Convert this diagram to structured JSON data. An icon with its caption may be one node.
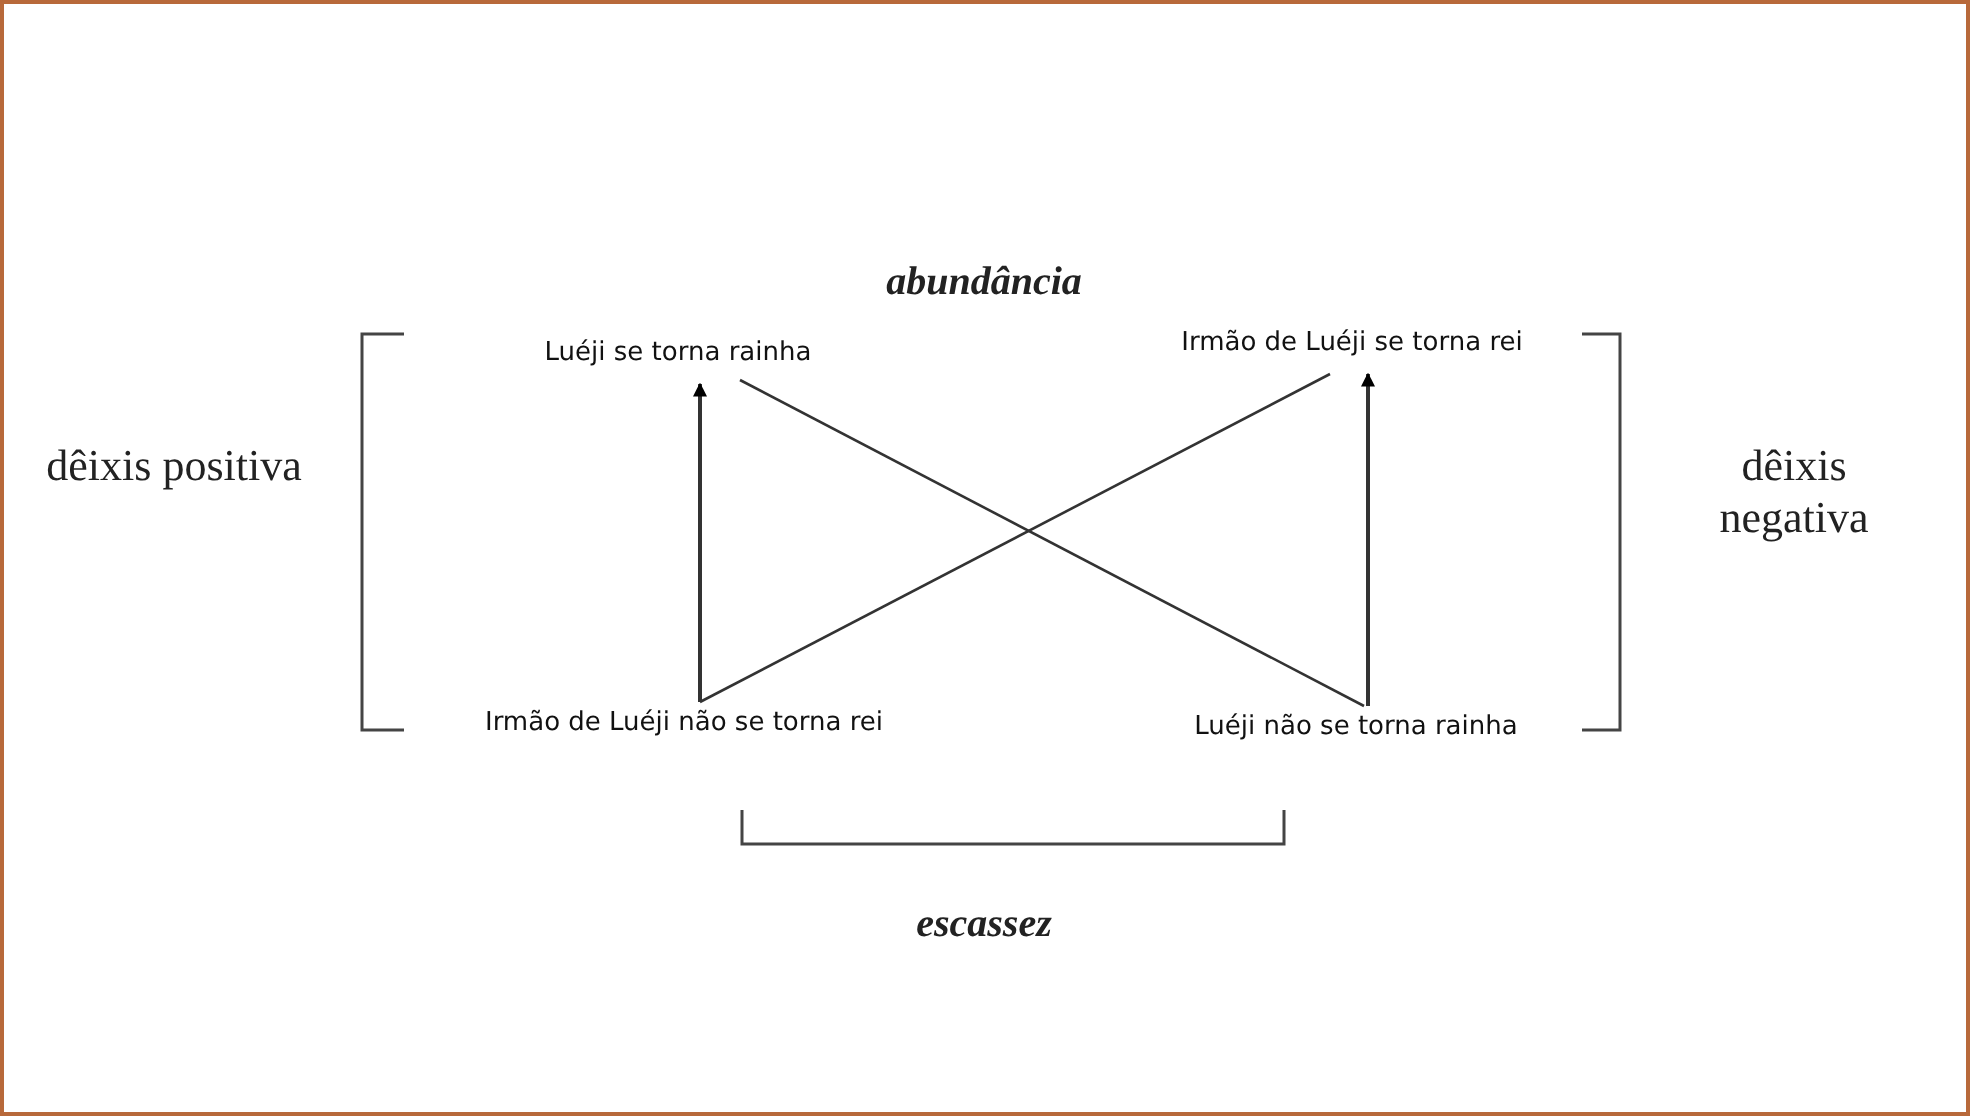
{
  "diagram": {
    "nodes": [
      {
        "text": [
          "Luéji se torna rainha"
        ]
      },
      {
        "text": [
          "Irmão de Luéji se torna rei"
        ]
      },
      {
        "text": [
          "Irmão de Luéji não se torna rei"
        ]
      },
      {
        "text": [
          "Luéji não se torna rainha"
        ]
      }
    ],
    "edges": [
      {
        "from": 2,
        "to": 0,
        "arrow": "to"
      },
      {
        "from": 3,
        "to": 1,
        "arrow": "to"
      },
      {
        "from": 0,
        "to": 3,
        "arrow": "none"
      },
      {
        "from": 2,
        "to": 1,
        "arrow": "none"
      }
    ],
    "labels": [
      "abundância",
      "dêixis positiva",
      "dêixis negativa",
      "escassez"
    ]
  }
}
